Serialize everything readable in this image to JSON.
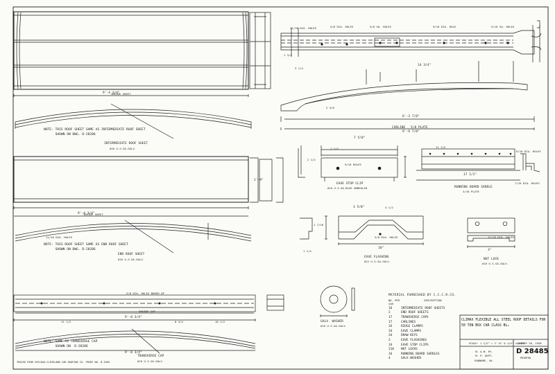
{
  "notes": {
    "intermediate": "NOTE: THIS ROOF SHEET SAME AS INTERMEDIATE ROOF SHEET\n      SHOWN ON DWG. D-28286",
    "end": "NOTE: THIS ROOF SHEET SAME AS END ROOF SHEET\n      SHOWN ON DWG. D-28286",
    "transverse": "NOTE: SAME AS TRANSVERSE CAP\n      SHOWN ON  D-28286"
  },
  "part_labels": {
    "intermediate_sheet": "INTERMEDIATE ROOF SHEET",
    "intermediate_gauge": "#16 U.S.GA.GALV.",
    "end_sheet": "END ROOF SHEET",
    "end_gauge": "#16 U.S.GA.GALV.",
    "transverse_cap": "TRANSVERSE CAP",
    "transverse_gauge": "#16 U.S.GA.GALV.",
    "carline": "CARLINE",
    "carline_plate": "5/8 PLATE",
    "eave_stop_clip": "EAVE STOP CLIP",
    "eave_stop_gauge": "#16 U.S.GA.BLUE ANNEALED",
    "running_board_saddle": "RUNNING BOARD SADDLE",
    "running_board_plate": "3/16 PLATE",
    "eave_flashing": "EAVE FLASHING",
    "eave_flashing_gauge": "#22 U.S.GA.GALV.",
    "nut_lock": "NUT LOCK",
    "nut_lock_gauge": "#16 U.S.GA.GALV.",
    "galv_washer": "GALV. WASHER",
    "galv_washer_gauge": "#16 U.S.GA.GALV.",
    "inside_sheet": "INSIDE SHEET",
    "inside_cap": "INSIDE CAP"
  },
  "callouts": {
    "dia_holes_11_16": "11/16 DIA. HOLES",
    "dia_holes_5_8": "5/8 DIA. HOLES",
    "sq_holes_5_8": "5/8 SQ. HOLES",
    "dia_hole_9_16": "9/16 DIA. HOLE",
    "sq_holes_9_16": "9/16 SQ. HOLES",
    "holes_9_16": "9/16 HOLES",
    "dia_holes_9_16": "9/16 DIA. HOLES",
    "dia_holes_7_16": "7/16 DIA. HOLES",
    "dia_holes_5_8_b": "5/8 DIA. HOLES",
    "dia_holes_11_16_b": "11/16 DIA. HOLES",
    "dia_holes_bored": "5/8 DIA. HOLES BORED UP",
    "dia_holes_nut": "11/16 DIA. HOLES"
  },
  "dims": {
    "roof_len_1": "9'-4 3/4\"",
    "roof_len_2": "9'-4 3/4\"",
    "cap_len_1": "9'-8 3/4\"",
    "cap_len_2": "9'-8 3/4\"",
    "carline_len": "9'-9 7/8\"",
    "carline_sub": "6'-3 7/8\"",
    "carline_rise": "14 3/4\"",
    "clip_w": "7 5/8\"",
    "flash_w": "10\"",
    "flash_h": "3 5/8\"",
    "saddle_w": "17 1/2\"",
    "nut_w": "3\"",
    "side_1": "1'-9\"",
    "d1": "1 3/4",
    "d2": "3 1/4",
    "d3": "2 5/8",
    "d4": "11 1/2",
    "d5": "8 3/4",
    "d6": "1 1/2",
    "d7": "2 1/2",
    "d8": "1 1/4",
    "d9": "4 1/2",
    "d10": "1 7/16",
    "d11": "11 1/2",
    "d12": "10 1/2"
  },
  "material": {
    "header": "MATERIAL FURNISHED BY C.C.C.R.CO.",
    "col_qty": "NO. PER CAR",
    "col_desc": "DESCRIPTION",
    "items": [
      {
        "qty": "16",
        "desc": "INTERMEDIATE ROOF SHEETS"
      },
      {
        "qty": "2",
        "desc": "END ROOF SHEETS"
      },
      {
        "qty": "17",
        "desc": "TRANSVERSE CAPS"
      },
      {
        "qty": "17",
        "desc": "CARLINES"
      },
      {
        "qty": "34",
        "desc": "RIDGE CLAMPS"
      },
      {
        "qty": "34",
        "desc": "EAVE CLAMPS"
      },
      {
        "qty": "34",
        "desc": "DRAW KEYS"
      },
      {
        "qty": "2",
        "desc": "EAVE FLASHINGS"
      },
      {
        "qty": "34",
        "desc": "EAVE STOP CLIPS"
      },
      {
        "qty": "210",
        "desc": "NUT LOCKS"
      },
      {
        "qty": "16",
        "desc": "RUNNING BOARD SADDLES"
      },
      {
        "qty": "4",
        "desc": "GALV.WASHER"
      }
    ]
  },
  "title_block": {
    "title": "CLIMAX FLEXIBLE ALL STEEL ROOF DETAILS FOR\n50 TON BOX CAR CLASS BL₆",
    "scale": "SCALE: 1 1/2\" = 1'-0\" & 1/4\" = 1 FT.",
    "date": "JANUARY 26, 1928",
    "railroad": "N. & W. RY.\nM. P. DEPT.\nROANOKE, VA.",
    "number": "D 28485",
    "printed": "PRINTED"
  },
  "traced_note": "TRACED FROM CHICAGO-CLEVELAND CAR ROOFING CO. PRINT NO. B-3463"
}
